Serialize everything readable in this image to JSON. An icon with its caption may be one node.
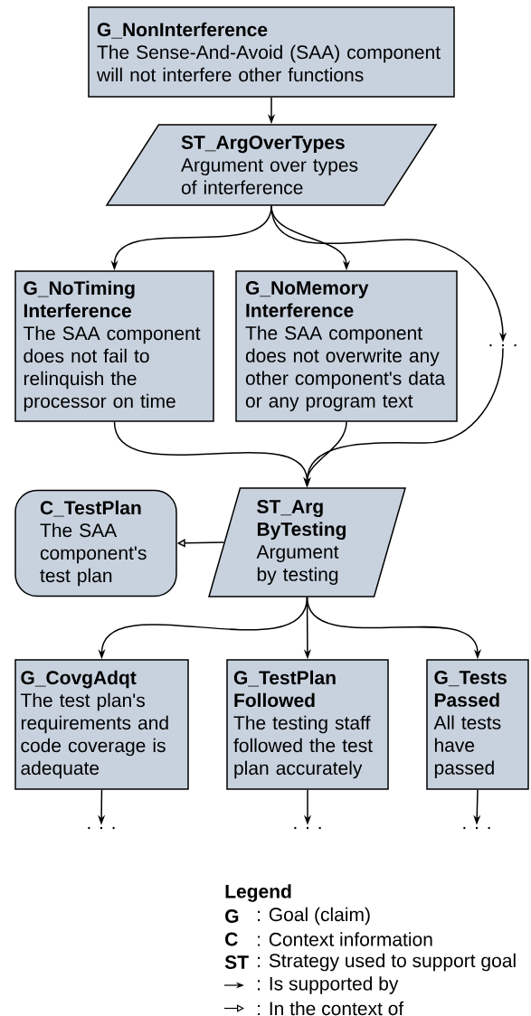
{
  "diagram": {
    "nodes": [
      {
        "text": [
          "G_NonInterference",
          "The Sense-And-Avoid (SAA) component will not interfere other functions"
        ]
      },
      {
        "text": [
          "ST_ArgOverTypes",
          "Argument over types of interference"
        ]
      },
      {
        "text": [
          "G_NoTiming Interference",
          "The SAA component does not fail to relinquish the processor on time"
        ]
      },
      {
        "text": [
          "G_NoMemory Interference",
          "The SAA component does not overwrite any other component's data or any program text"
        ]
      },
      {
        "text": [
          ". . ."
        ]
      },
      {
        "text": [
          "ST_Arg ByTesting",
          "Argument by testing"
        ]
      },
      {
        "text": [
          "C_TestPlan",
          "The SAA component's test plan"
        ]
      },
      {
        "text": [
          "G_CovgAdqt",
          "The test plan's requirements and code coverage is adequate"
        ]
      },
      {
        "text": [
          "G_TestPlan Followed",
          "The testing staff followed the test plan accurately"
        ]
      },
      {
        "text": [
          "G_Tests Passed",
          "All tests have passed"
        ]
      },
      {
        "text": [
          ". . ."
        ]
      },
      {
        "text": [
          ". . ."
        ]
      },
      {
        "text": [
          ". . ."
        ]
      }
    ],
    "edges": [
      {
        "from": 0,
        "to": 1,
        "arrow": "to"
      },
      {
        "from": 1,
        "to": 2,
        "arrow": "to"
      },
      {
        "from": 1,
        "to": 3,
        "arrow": "to"
      },
      {
        "from": 1,
        "to": 4,
        "arrow": "to"
      },
      {
        "from": 2,
        "to": 5,
        "arrow": "to"
      },
      {
        "from": 3,
        "to": 5,
        "arrow": "to"
      },
      {
        "from": 4,
        "to": 5,
        "arrow": "to"
      },
      {
        "from": 5,
        "to": 6,
        "arrow": "to"
      },
      {
        "from": 5,
        "to": 7,
        "arrow": "to"
      },
      {
        "from": 5,
        "to": 8,
        "arrow": "to"
      },
      {
        "from": 5,
        "to": 9,
        "arrow": "to"
      },
      {
        "from": 7,
        "to": 10,
        "arrow": "to"
      },
      {
        "from": 8,
        "to": 11,
        "arrow": "to"
      },
      {
        "from": 9,
        "to": 12,
        "arrow": "to"
      }
    ],
    "labels": [
      "Legend",
      "G",
      "C",
      "ST"
    ],
    "legend": [
      {
        "text": ": Goal (claim)"
      },
      {
        "text": ": Context information"
      },
      {
        "text": ": Strategy used to support goal"
      },
      {
        "text": ": Is supported by"
      },
      {
        "text": ": In the context of"
      }
    ]
  }
}
